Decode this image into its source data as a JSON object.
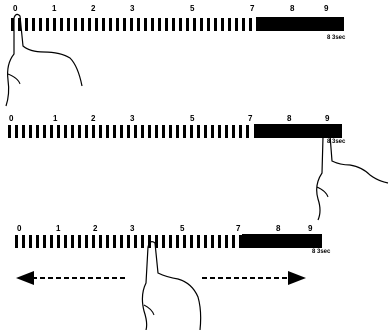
{
  "timeline": {
    "numbers": [
      "0",
      "1",
      "2",
      "3",
      "5",
      "7",
      "8",
      "9"
    ],
    "duration_label": "8 3sec",
    "tick_count": 35
  },
  "panels": [
    {
      "id": "panel-1",
      "gesture": "touch-at-start"
    },
    {
      "id": "panel-2",
      "gesture": "touch-at-end"
    },
    {
      "id": "panel-3",
      "gesture": "drag-left-right"
    }
  ],
  "icons": {
    "hand": "hand-pointer-icon",
    "left_arrow": "arrow-left-icon",
    "right_arrow": "arrow-right-icon"
  }
}
